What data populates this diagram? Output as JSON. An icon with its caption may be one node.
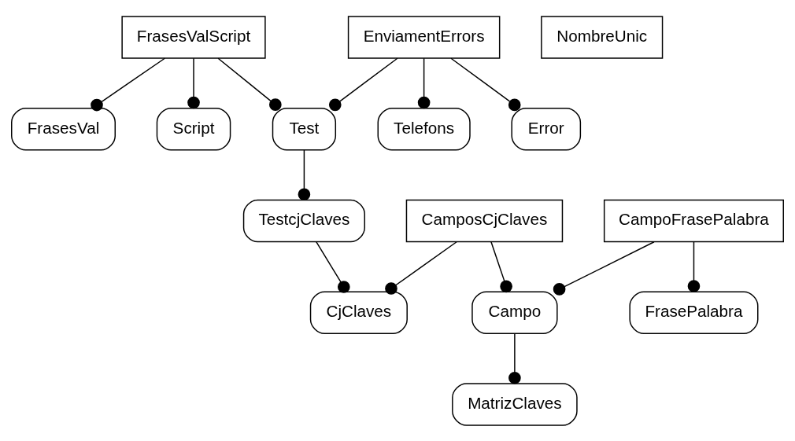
{
  "diagram": {
    "nodes": [
      {
        "text": [
          "FrasesVal"
        ]
      },
      {
        "text": [
          "FrasesValScript"
        ]
      },
      {
        "text": [
          "Script"
        ]
      },
      {
        "text": [
          "Telefons"
        ]
      },
      {
        "text": [
          "Test"
        ]
      },
      {
        "text": [
          "EnviamentErrors"
        ]
      },
      {
        "text": [
          "NombreUnic"
        ]
      },
      {
        "text": [
          "TestcjClaves"
        ]
      },
      {
        "text": [
          "Error"
        ]
      },
      {
        "text": [
          "FrasePalabra"
        ]
      },
      {
        "text": [
          "MatrizClaves"
        ]
      },
      {
        "text": [
          "CjClaves"
        ]
      },
      {
        "text": [
          "CampoFrasePalabra"
        ]
      },
      {
        "text": [
          "Campo"
        ]
      },
      {
        "text": [
          "CamposCjClaves"
        ]
      }
    ],
    "edges": [
      {
        "from": 1,
        "to": 0,
        "arrow": "other"
      },
      {
        "from": 1,
        "to": 2,
        "arrow": "other"
      },
      {
        "from": 1,
        "to": 4,
        "arrow": "other"
      },
      {
        "from": 5,
        "to": 3,
        "arrow": "other"
      },
      {
        "from": 5,
        "to": 4,
        "arrow": "other"
      },
      {
        "from": 5,
        "to": 8,
        "arrow": "other"
      },
      {
        "from": 4,
        "to": 7,
        "arrow": "other"
      },
      {
        "from": 7,
        "to": 11,
        "arrow": "other"
      },
      {
        "from": 14,
        "to": 11,
        "arrow": "other"
      },
      {
        "from": 12,
        "to": 9,
        "arrow": "other"
      },
      {
        "from": 12,
        "to": 13,
        "arrow": "other"
      },
      {
        "from": 13,
        "to": 10,
        "arrow": "other"
      },
      {
        "from": 14,
        "to": 13,
        "arrow": "other"
      }
    ]
  }
}
